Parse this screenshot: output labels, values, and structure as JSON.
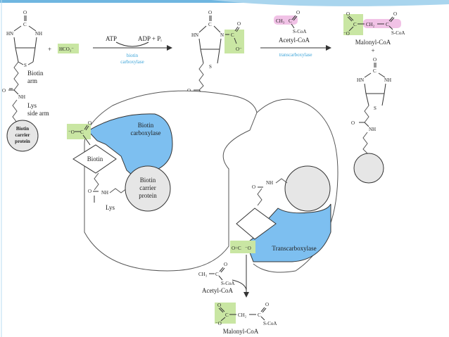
{
  "colors": {
    "enzyme_blue": "#7dbff0",
    "highlight_green": "#c9e6a3",
    "highlight_pink": "#f1c2e6",
    "carrier_grey": "#e6e6e6",
    "top_bar": "#6fb6e0"
  },
  "top_left": {
    "hco3": "HCO₃⁻",
    "plus": "+",
    "biotin_arm": [
      "Biotin",
      "arm"
    ],
    "lys_side_arm": [
      "Lys",
      "side arm"
    ],
    "carrier_protein": [
      "Biotin",
      "carrier",
      "protein"
    ]
  },
  "arrow1": {
    "atp": "ATP",
    "adp_pi": "ADP + Pᵢ",
    "enzyme": [
      "biotin",
      "carboxylase"
    ]
  },
  "arrow2": {
    "acetyl_coa": "Acetyl-CoA",
    "enzyme": "transcarboxylase"
  },
  "product": {
    "malonyl_coa": "Malonyl-CoA",
    "plus": "+"
  },
  "enzyme_complex": {
    "biotin_carboxylase": [
      "Biotin",
      "carboxylase"
    ],
    "biotin": "Biotin",
    "biotin_carrier_protein": [
      "Biotin",
      "carrier",
      "protein"
    ],
    "lys": "Lys",
    "transcarboxylase": "Transcarboxylase"
  },
  "bottom": {
    "acetyl_coa": "Acetyl-CoA",
    "malonyl_coa": "Malonyl-CoA"
  },
  "chem": {
    "nh": "NH",
    "hn": "HN",
    "o": "O",
    "s": "S",
    "c": "C",
    "n": "N",
    "o_minus": "⁻O",
    "o_minus_r": "O⁻",
    "ch3": "CH₃",
    "ch2": "CH₂",
    "scoa": "S-CoA",
    "dbl_o": "O=C"
  }
}
